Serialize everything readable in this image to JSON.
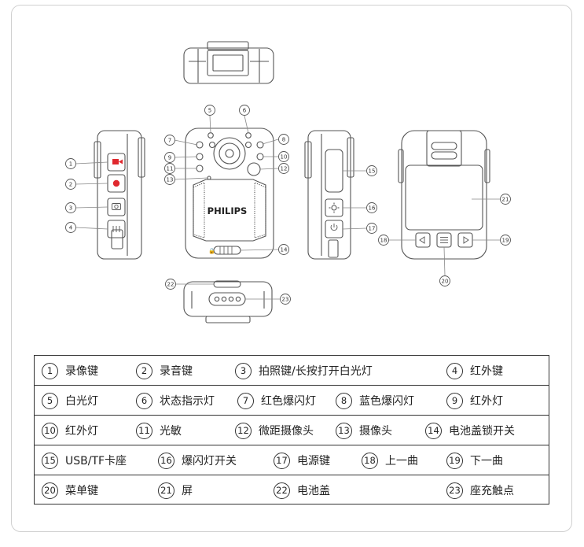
{
  "diagram": {
    "brand": "PHILIPS",
    "callouts": [
      "1",
      "2",
      "3",
      "4",
      "5",
      "6",
      "7",
      "8",
      "9",
      "10",
      "11",
      "12",
      "13",
      "14",
      "15",
      "16",
      "17",
      "18",
      "19",
      "20",
      "21",
      "22",
      "23"
    ]
  },
  "legend": {
    "rows": [
      [
        {
          "num": "1",
          "label": "录像键"
        },
        {
          "num": "2",
          "label": "录音键"
        },
        {
          "num": "3",
          "label": "拍照键/长按打开白光灯"
        },
        {
          "num": "4",
          "label": "红外键"
        }
      ],
      [
        {
          "num": "5",
          "label": "白光灯"
        },
        {
          "num": "6",
          "label": "状态指示灯"
        },
        {
          "num": "7",
          "label": "红色爆闪灯"
        },
        {
          "num": "8",
          "label": "蓝色爆闪灯"
        },
        {
          "num": "9",
          "label": "红外灯"
        }
      ],
      [
        {
          "num": "10",
          "label": "红外灯"
        },
        {
          "num": "11",
          "label": "光敏"
        },
        {
          "num": "12",
          "label": "微距摄像头"
        },
        {
          "num": "13",
          "label": "摄像头"
        },
        {
          "num": "14",
          "label": "电池盖锁开关"
        }
      ],
      [
        {
          "num": "15",
          "label": "USB/TF卡座"
        },
        {
          "num": "16",
          "label": "爆闪灯开关"
        },
        {
          "num": "17",
          "label": "电源键"
        },
        {
          "num": "18",
          "label": "上一曲"
        },
        {
          "num": "19",
          "label": "下一曲"
        }
      ],
      [
        {
          "num": "20",
          "label": "菜单键"
        },
        {
          "num": "21",
          "label": "屏"
        },
        {
          "num": "22",
          "label": "电池盖"
        },
        {
          "num": "23",
          "label": "座充触点"
        }
      ]
    ]
  },
  "colors": {
    "outline": "#555555",
    "frame": "#d0d0d0",
    "record_red": "#e0282e",
    "legend_border": "#333333"
  }
}
